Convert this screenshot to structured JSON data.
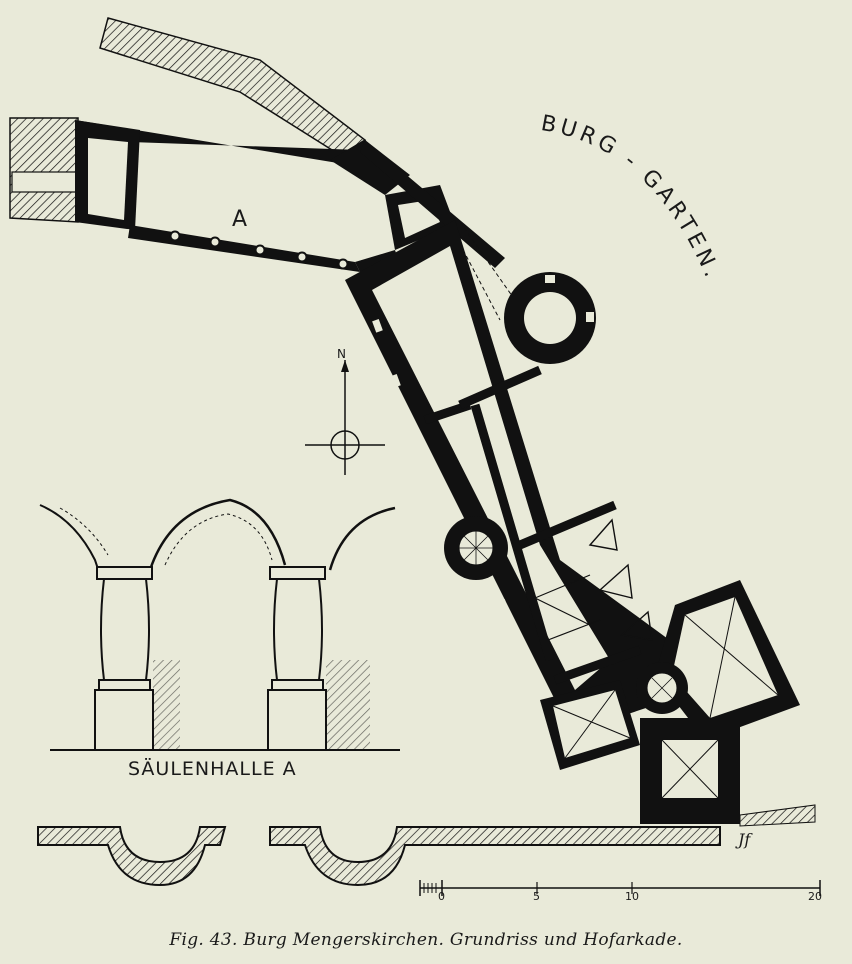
{
  "caption": "Fig. 43.  Burg Mengerskirchen.  Grundriss und Hofarkade.",
  "labels": {
    "garden": "BURG - GARTEN.",
    "room_a": "A",
    "hall": "SÄULENHALLE A",
    "north": "N",
    "initials": "Jf"
  },
  "scale_bar": {
    "ticks": [
      "0",
      "5",
      "10",
      "20"
    ],
    "unit": "m"
  },
  "colors": {
    "paper": "#e9ead9",
    "ink": "#111111"
  },
  "icons": [
    "north-arrow-icon",
    "scale-bar-icon"
  ]
}
